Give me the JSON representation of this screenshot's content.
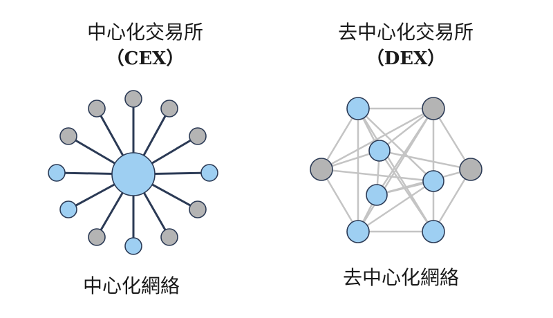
{
  "cex": {
    "title": "中心化交易所",
    "subtitle": "（CEX）",
    "caption": "中心化網絡"
  },
  "dex": {
    "title": "去中心化交易所",
    "subtitle": "（DEX）",
    "caption": "去中心化網絡"
  },
  "colors": {
    "blue_node": "#9ecff2",
    "gray_node": "#b4b4b4",
    "node_stroke": "#2b3a55",
    "spoke": "#2b3a55",
    "mesh_edge": "#c4c4c4"
  }
}
